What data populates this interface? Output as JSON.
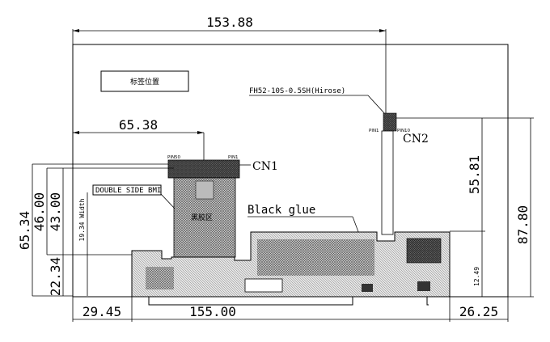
{
  "dimensions": {
    "overall_width": "153.88",
    "cn1_offset": "65.38",
    "height_46": "46.00",
    "height_43": "43.00",
    "height_65": "65.34",
    "height_22": "22.34",
    "fpc_width": "19.34 Width",
    "cn2_height": "55.81",
    "total_height": "87.80",
    "small_height": "12.49",
    "left_offset": "29.45",
    "bottom_width": "155.00",
    "right_offset": "26.25"
  },
  "labels": {
    "label_position": "标签位置",
    "connector_spec": "FH52-10S-0.5SH(Hirose)",
    "cn1": "CN1",
    "cn2": "CN2",
    "double_side": "DOUBLE SIDE BMI",
    "black_glue": "Black glue",
    "pin50": "PIN50",
    "pin1_cn1": "PIN1",
    "pin1_cn2": "PIN1",
    "pin10": "PIN10",
    "fpc_marking": "黑胶区"
  }
}
